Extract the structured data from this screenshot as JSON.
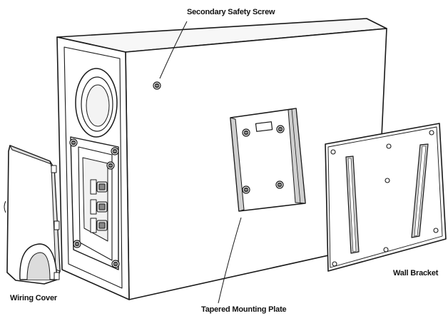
{
  "labels": {
    "secondary_safety_screw": "Secondary Safety Screw",
    "wiring_cover": "Wiring Cover",
    "tapered_mounting_plate": "Tapered Mounting Plate",
    "wall_bracket": "Wall Bracket"
  },
  "colors": {
    "line": "#1a1a1a",
    "fill": "#ffffff",
    "shade": "#d8d8d8",
    "dark": "#555555"
  }
}
